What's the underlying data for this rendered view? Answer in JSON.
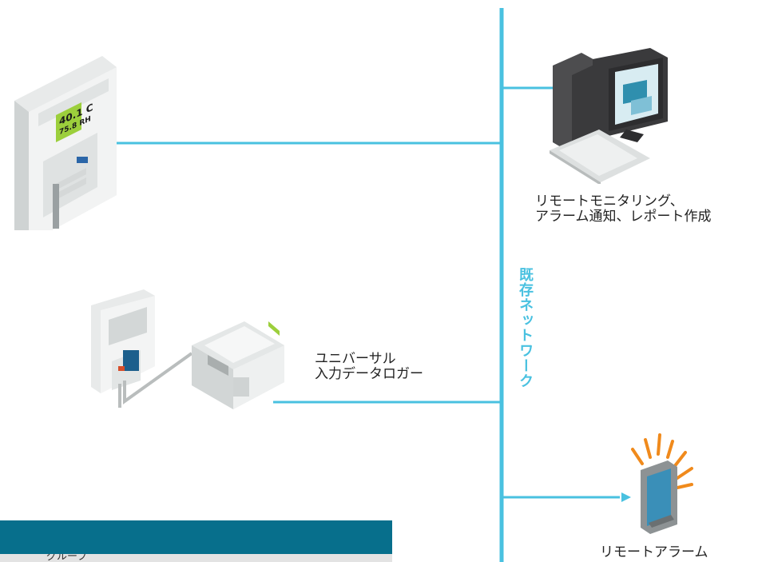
{
  "devices": {
    "transmitter": {
      "display_line1": "40.1 C",
      "display_line2": "75.8 RH"
    },
    "workstation": {
      "label_line1": "リモートモニタリング、",
      "label_line2": "アラーム通知、レポート作成"
    },
    "logger": {
      "label_line1": "ユニバーサル",
      "label_line2": "入力データロガー"
    },
    "phone": {
      "label": "リモートアラーム"
    }
  },
  "network": {
    "label": "既存ネットワーク"
  },
  "footer": {
    "text": "グループ"
  },
  "colors": {
    "network_line": "#49c1e0",
    "banner": "#076f8c",
    "alarm_rays": "#f08a1c"
  },
  "icons": [
    "transmitter-icon",
    "computer-icon",
    "logger-icon",
    "phone-alarm-icon"
  ]
}
